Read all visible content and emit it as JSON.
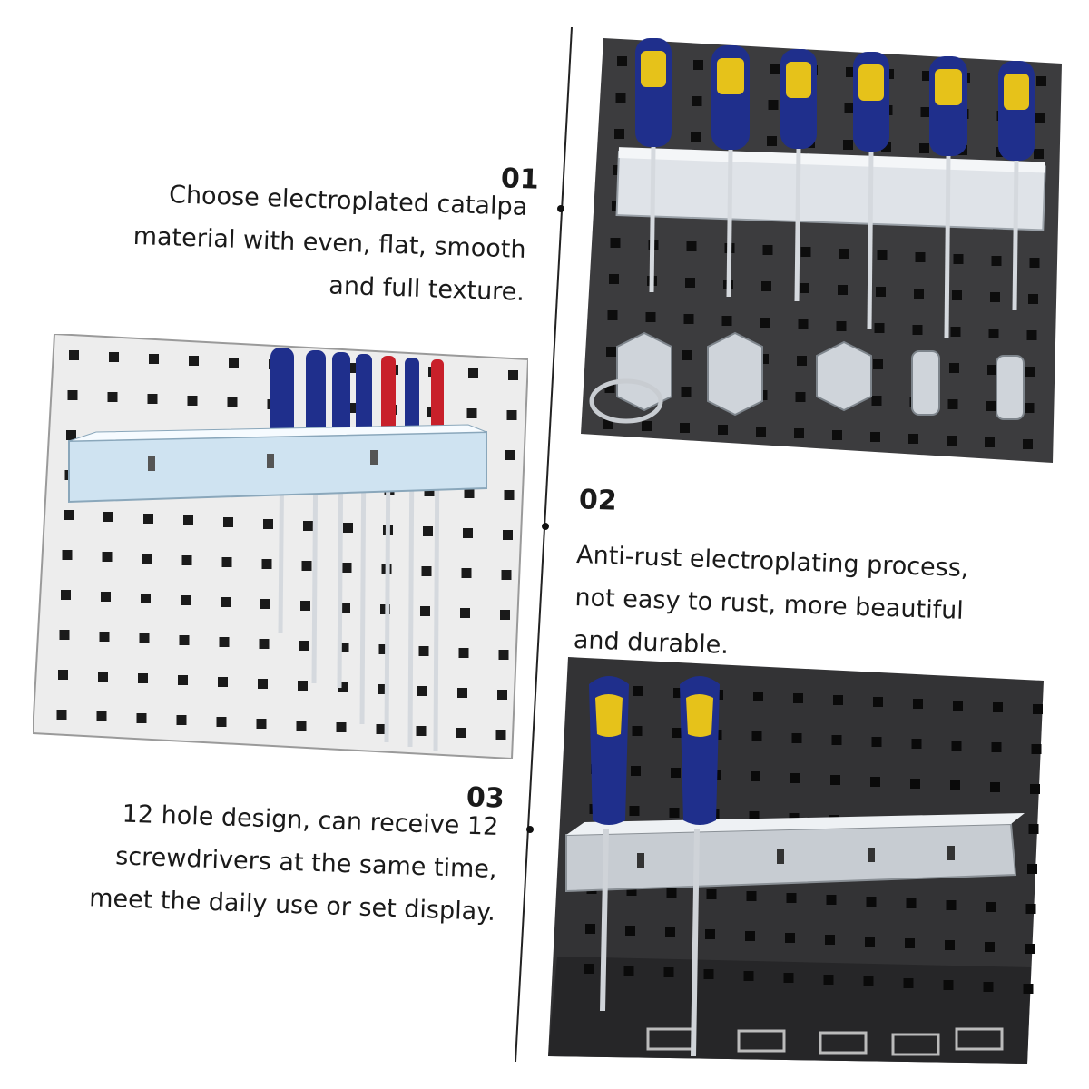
{
  "features": [
    {
      "number": "01",
      "lines": [
        "Choose electroplated catalpa",
        "material with even, flat, smooth",
        "and full texture."
      ]
    },
    {
      "number": "02",
      "lines": [
        "Anti-rust electroplating process,",
        "not easy to rust, more beautiful",
        "and durable."
      ]
    },
    {
      "number": "03",
      "lines": [
        "12 hole design, can receive 12",
        "screwdrivers at the same time,",
        "meet the daily use or set display."
      ]
    }
  ],
  "colors": {
    "dark_board": "#3a3a3c",
    "light_board": "#eeeeee",
    "handle_blue": "#1f2f8c",
    "handle_yellow": "#e6c21a",
    "handle_red": "#c8202a",
    "metal": "#d9dde2"
  }
}
